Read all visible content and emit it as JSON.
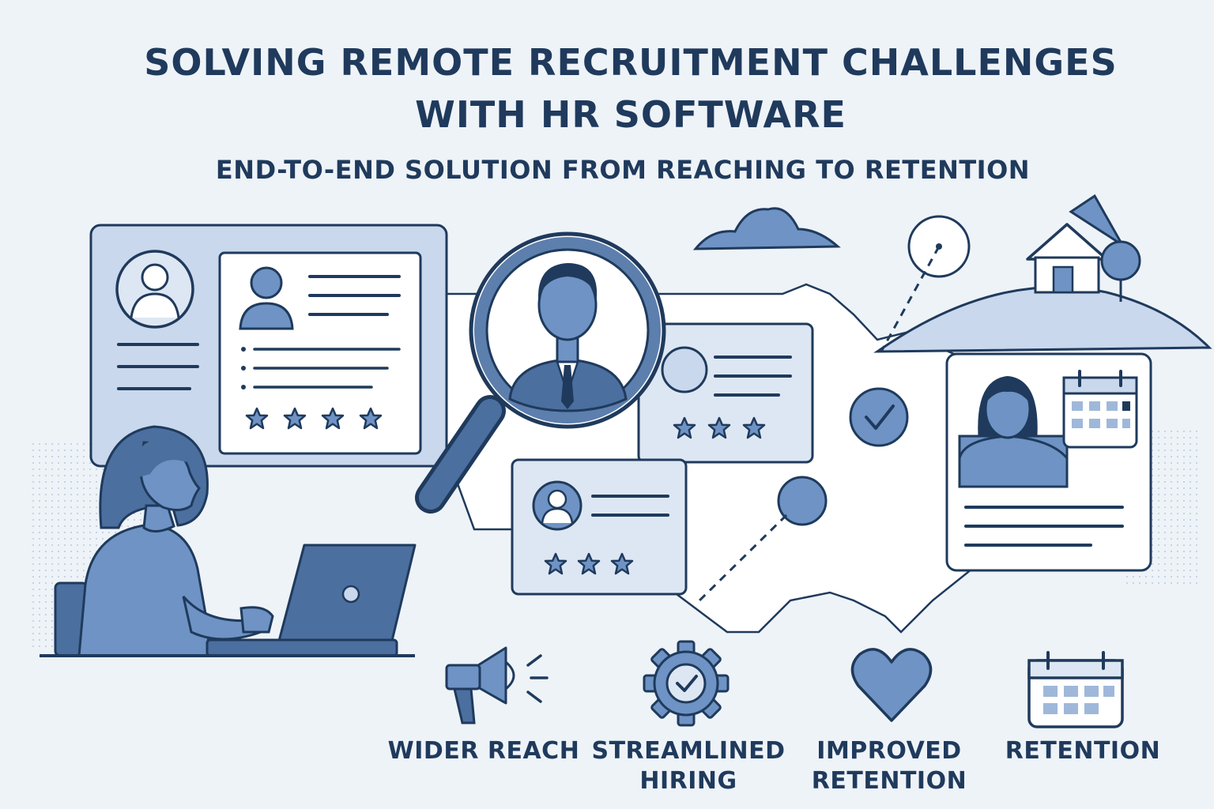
{
  "header": {
    "title_line1": "SOLVING REMOTE RECRUITMENT CHALLENGES",
    "title_line2": "WITH HR SOFTWARE",
    "subtitle": "END-TO-END SOLUTION FROM REACHING TO RETENTION"
  },
  "benefits": [
    {
      "label": "WIDER REACH",
      "icon": "megaphone-icon"
    },
    {
      "label": "STREAMLINED HIRING",
      "icon": "gear-check-icon"
    },
    {
      "label": "IMPROVED RETENTION",
      "icon": "heart-icon"
    },
    {
      "label": "RETENTION",
      "icon": "calendar-icon"
    }
  ],
  "colors": {
    "background": "#eef3f8",
    "navy": "#1f3a5c",
    "mid_blue": "#6e93c4",
    "light_blue": "#c9d8ec",
    "pale": "#dde7f3"
  },
  "candidate_ratings": {
    "main_card_stars": 4,
    "mid_card_stars": 3,
    "small_card_stars": 3
  }
}
